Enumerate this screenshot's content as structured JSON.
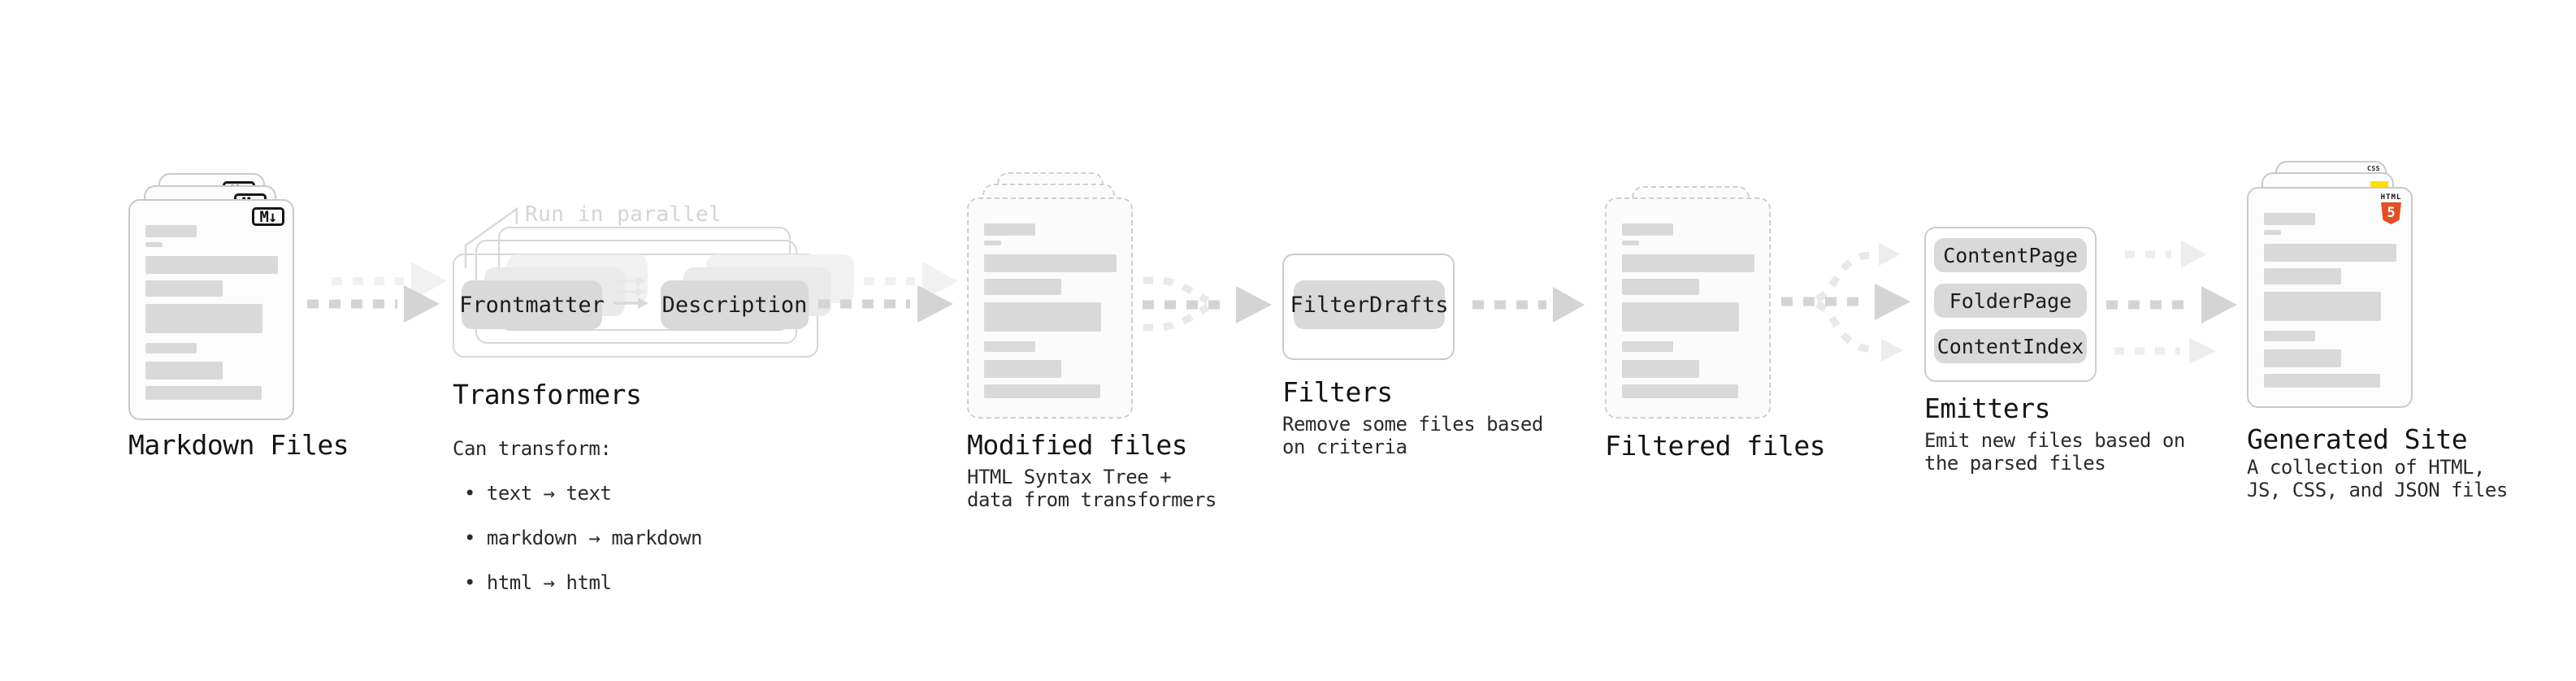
{
  "diagram": {
    "markdown_files": {
      "label": "Markdown Files",
      "badge": "M↓"
    },
    "transformers": {
      "label": "Transformers",
      "note": "Run in parallel",
      "pill_left": "Frontmatter",
      "pill_right": "Description",
      "desc_title": "Can transform:",
      "bullets": [
        "• text → text",
        "• markdown → markdown",
        "• html → html"
      ]
    },
    "modified_files": {
      "label": "Modified files",
      "desc": "HTML Syntax Tree +\ndata from transformers"
    },
    "filters": {
      "label": "Filters",
      "pill": "FilterDrafts",
      "desc": "Remove some files based\non criteria"
    },
    "filtered_files": {
      "label": "Filtered files"
    },
    "emitters": {
      "label": "Emitters",
      "pills": [
        "ContentPage",
        "FolderPage",
        "ContentIndex"
      ],
      "desc": "Emit new files based on\nthe parsed files"
    },
    "generated_site": {
      "label": "Generated Site",
      "desc": "A collection of HTML,\nJS, CSS, and JSON files",
      "badge_html_word": "HTML",
      "badge_html_number": "5",
      "badge_css": "CSS"
    }
  },
  "colors": {
    "html5_orange": "#e34f26",
    "js_yellow": "#ffdd00",
    "css_blue": "#2965f1"
  }
}
